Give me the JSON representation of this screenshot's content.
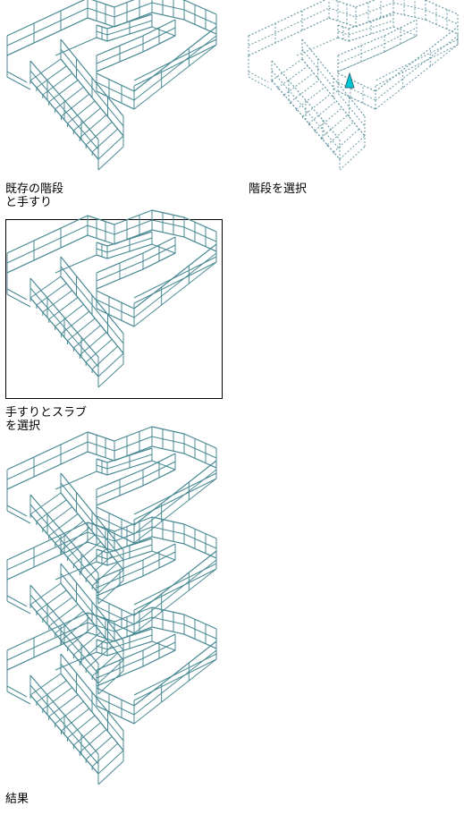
{
  "steps": [
    {
      "caption": "既存の階段\nと手すり"
    },
    {
      "caption": "階段を選択"
    },
    {
      "caption": "手すりとスラブ\nを選択"
    },
    {
      "caption": "結果"
    }
  ],
  "colors": {
    "line": "#4a8a94",
    "selected": "#6a9aa4",
    "grip": "#00c8d8",
    "frame": "#000000"
  }
}
